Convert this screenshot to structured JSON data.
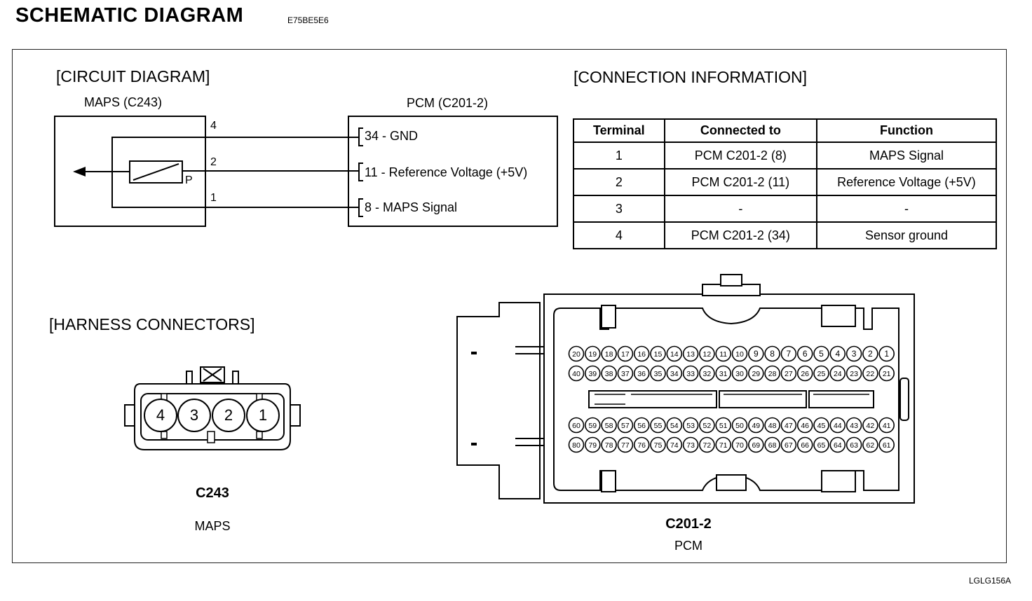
{
  "header": {
    "title": "SCHEMATIC DIAGRAM",
    "doc_id": "E75BE5E6"
  },
  "circuit": {
    "heading": "[CIRCUIT DIAGRAM]",
    "maps_label": "MAPS (C243)",
    "pcm_label": "PCM (C201-2)",
    "sensor_pins": [
      "4",
      "2",
      "1"
    ],
    "sensor_symbol": "P",
    "pcm_terminals": [
      "34 - GND",
      "11 - Reference Voltage (+5V)",
      "8 - MAPS Signal"
    ]
  },
  "connection": {
    "heading": "[CONNECTION INFORMATION]",
    "headers": [
      "Terminal",
      "Connected to",
      "Function"
    ],
    "rows": [
      [
        "1",
        "PCM C201-2 (8)",
        "MAPS Signal"
      ],
      [
        "2",
        "PCM C201-2 (11)",
        "Reference Voltage (+5V)"
      ],
      [
        "3",
        "-",
        "-"
      ],
      [
        "4",
        "PCM C201-2 (34)",
        "Sensor ground"
      ]
    ]
  },
  "harness": {
    "heading": "[HARNESS CONNECTORS]",
    "c243": {
      "pins": [
        "4",
        "3",
        "2",
        "1"
      ],
      "name": "C243",
      "desc": "MAPS"
    },
    "c201": {
      "row1": [
        "20",
        "19",
        "18",
        "17",
        "16",
        "15",
        "14",
        "13",
        "12",
        "11",
        "10",
        "9",
        "8",
        "7",
        "6",
        "5",
        "4",
        "3",
        "2",
        "1"
      ],
      "row2": [
        "40",
        "39",
        "38",
        "37",
        "36",
        "35",
        "34",
        "33",
        "32",
        "31",
        "30",
        "29",
        "28",
        "27",
        "26",
        "25",
        "24",
        "23",
        "22",
        "21"
      ],
      "row3": [
        "60",
        "59",
        "58",
        "57",
        "56",
        "55",
        "54",
        "53",
        "52",
        "51",
        "50",
        "49",
        "48",
        "47",
        "46",
        "45",
        "44",
        "43",
        "42",
        "41"
      ],
      "row4": [
        "80",
        "79",
        "78",
        "77",
        "76",
        "75",
        "74",
        "73",
        "72",
        "71",
        "70",
        "69",
        "68",
        "67",
        "66",
        "65",
        "64",
        "63",
        "62",
        "61"
      ],
      "name": "C201-2",
      "desc": "PCM"
    }
  },
  "footer": {
    "image_id": "LGLG156A"
  }
}
